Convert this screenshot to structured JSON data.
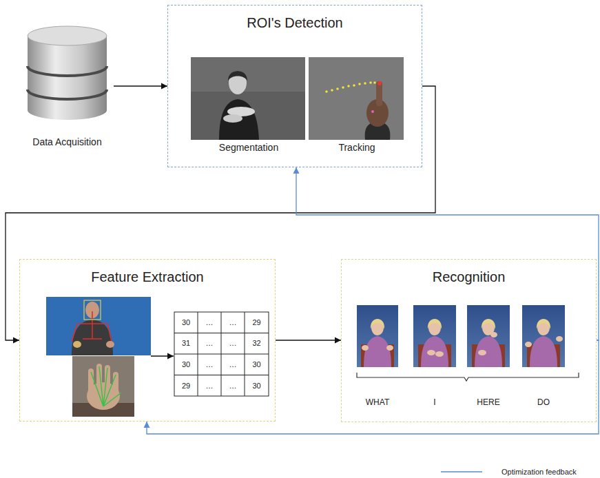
{
  "diagram": {
    "nodes": [
      {
        "text": [
          "Data Acquisition"
        ]
      },
      {
        "text": [
          "ROI's Detection"
        ]
      },
      {
        "text": [
          "Segmentation"
        ],
        "in": 1
      },
      {
        "text": [
          "Tracking"
        ],
        "in": 1
      },
      {
        "text": [
          "Feature Extraction"
        ]
      },
      {
        "text": [
          "Recognition"
        ]
      }
    ],
    "edges": [
      {
        "from": 0,
        "to": 1,
        "arrow": "to"
      },
      {
        "from": 1,
        "to": 4,
        "arrow": "to"
      },
      {
        "from": 4,
        "to": 5,
        "arrow": "to"
      },
      {
        "from": 5,
        "to": 1,
        "arrow": "to"
      },
      {
        "from": 5,
        "to": 4,
        "arrow": "to"
      }
    ],
    "labels": [
      "30",
      "…",
      "…",
      "29",
      "31",
      "…",
      "…",
      "32",
      "30",
      "…",
      "…",
      "30",
      "29",
      "…",
      "…",
      "30",
      "WHAT",
      "I",
      "HERE",
      "DO"
    ],
    "legend": [
      {
        "text": "Optimization feedback"
      }
    ]
  }
}
